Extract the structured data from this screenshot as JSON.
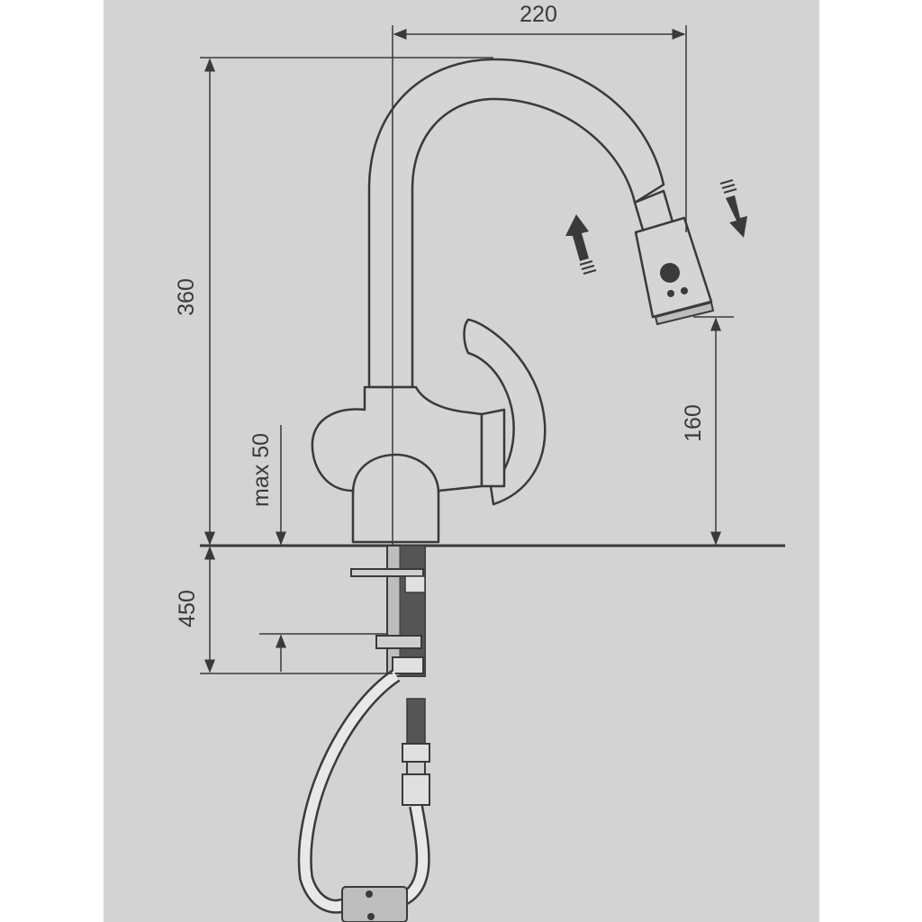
{
  "dimensions": {
    "spout_reach": "220",
    "total_height": "360",
    "spout_clearance": "160",
    "countertop_thickness": "max 50",
    "below_counter": "450"
  },
  "colors": {
    "background_panel": "#d3d3d3",
    "page": "#ffffff",
    "line": "#3a3a3a"
  }
}
